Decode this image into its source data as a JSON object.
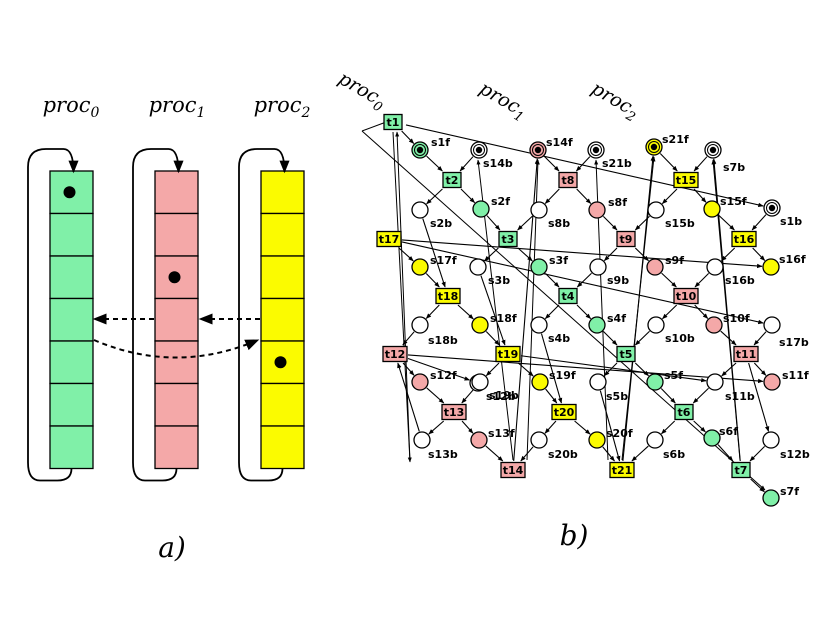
{
  "colors": {
    "green": "#80f0a8",
    "red": "#f4a8a8",
    "yellow": "#fbfb00"
  },
  "panel_a": {
    "label": "a)",
    "procs": [
      {
        "name": "proc",
        "sub": "0",
        "color": "green",
        "token_slot": 0
      },
      {
        "name": "proc",
        "sub": "1",
        "color": "red",
        "token_slot": 2
      },
      {
        "name": "proc",
        "sub": "2",
        "color": "yellow",
        "token_slot": 4
      }
    ],
    "slots_per_proc": 7
  },
  "panel_b": {
    "label": "b)",
    "proc_labels": [
      {
        "name": "proc",
        "sub": "0"
      },
      {
        "name": "proc",
        "sub": "1"
      },
      {
        "name": "proc",
        "sub": "2"
      }
    ],
    "transitions": [
      {
        "id": "t1",
        "color": "green"
      },
      {
        "id": "t2",
        "color": "green"
      },
      {
        "id": "t3",
        "color": "green"
      },
      {
        "id": "t4",
        "color": "green"
      },
      {
        "id": "t5",
        "color": "green"
      },
      {
        "id": "t6",
        "color": "green"
      },
      {
        "id": "t7",
        "color": "green"
      },
      {
        "id": "t8",
        "color": "red"
      },
      {
        "id": "t9",
        "color": "red"
      },
      {
        "id": "t10",
        "color": "red"
      },
      {
        "id": "t11",
        "color": "red"
      },
      {
        "id": "t12",
        "color": "red"
      },
      {
        "id": "t13",
        "color": "red"
      },
      {
        "id": "t14",
        "color": "red"
      },
      {
        "id": "t15",
        "color": "yellow"
      },
      {
        "id": "t16",
        "color": "yellow"
      },
      {
        "id": "t17",
        "color": "yellow"
      },
      {
        "id": "t18",
        "color": "yellow"
      },
      {
        "id": "t19",
        "color": "yellow"
      },
      {
        "id": "t20",
        "color": "yellow"
      },
      {
        "id": "t21",
        "color": "yellow"
      }
    ],
    "places": [
      {
        "id": "s1f",
        "fill": "green",
        "token": true
      },
      {
        "id": "s14f",
        "fill": "red",
        "token": true
      },
      {
        "id": "s21f",
        "fill": "yellow",
        "token": true
      },
      {
        "id": "s14b",
        "fill": "white",
        "token": true
      },
      {
        "id": "s21b",
        "fill": "white",
        "token": true
      },
      {
        "id": "s7b",
        "fill": "white",
        "token": true
      },
      {
        "id": "s1b",
        "fill": "white",
        "token": true
      },
      {
        "id": "s2f",
        "fill": "green"
      },
      {
        "id": "s2b",
        "fill": "white"
      },
      {
        "id": "s8f",
        "fill": "red"
      },
      {
        "id": "s8b",
        "fill": "white"
      },
      {
        "id": "s15f",
        "fill": "yellow"
      },
      {
        "id": "s15b",
        "fill": "white"
      },
      {
        "id": "s3f",
        "fill": "green"
      },
      {
        "id": "s3b",
        "fill": "white"
      },
      {
        "id": "s9f",
        "fill": "red"
      },
      {
        "id": "s9b",
        "fill": "white"
      },
      {
        "id": "s16f",
        "fill": "yellow"
      },
      {
        "id": "s16b",
        "fill": "white"
      },
      {
        "id": "s17f",
        "fill": "yellow"
      },
      {
        "id": "s17b",
        "fill": "white"
      },
      {
        "id": "s4f",
        "fill": "green"
      },
      {
        "id": "s4b",
        "fill": "white"
      },
      {
        "id": "s10f",
        "fill": "red"
      },
      {
        "id": "s10b",
        "fill": "white"
      },
      {
        "id": "s18f",
        "fill": "yellow"
      },
      {
        "id": "s18b",
        "fill": "white"
      },
      {
        "id": "s5f",
        "fill": "green"
      },
      {
        "id": "s5b",
        "fill": "white"
      },
      {
        "id": "s11f",
        "fill": "red"
      },
      {
        "id": "s11b",
        "fill": "white"
      },
      {
        "id": "s12f",
        "fill": "red"
      },
      {
        "id": "s12b",
        "fill": "white"
      },
      {
        "id": "s19f",
        "fill": "yellow"
      },
      {
        "id": "s19b",
        "fill": "white"
      },
      {
        "id": "s6f",
        "fill": "green"
      },
      {
        "id": "s6b",
        "fill": "white"
      },
      {
        "id": "s13f",
        "fill": "red"
      },
      {
        "id": "s13b",
        "fill": "white"
      },
      {
        "id": "s20f",
        "fill": "yellow"
      },
      {
        "id": "s20b",
        "fill": "white"
      },
      {
        "id": "s7f",
        "fill": "green"
      }
    ]
  }
}
